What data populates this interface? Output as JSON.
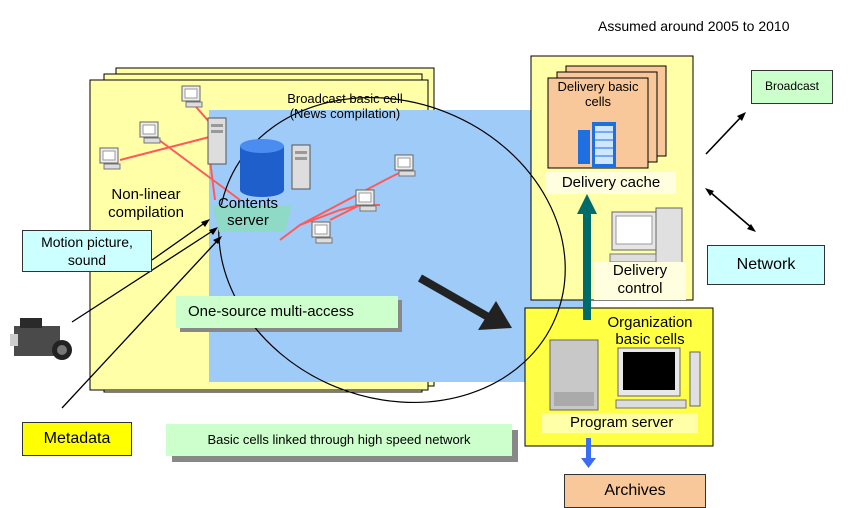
{
  "header": {
    "assumption": "Assumed around 2005 to 2010"
  },
  "broadcast_cell": {
    "title_line1": "Broadcast basic cell",
    "title_line2": "(News compilation)",
    "nonlinear_line1": "Non-linear",
    "nonlinear_line2": "compilation",
    "contents_line1": "Contents",
    "contents_line2": "server",
    "one_source": "One-source multi-access"
  },
  "delivery": {
    "cells_line1": "Delivery basic",
    "cells_line2": "cells",
    "cache": "Delivery cache",
    "control_line1": "Delivery",
    "control_line2": "control"
  },
  "organization": {
    "cells_line1": "Organization",
    "cells_line2": "basic cells",
    "program_server": "Program server"
  },
  "external": {
    "broadcast": "Broadcast",
    "network": "Network",
    "archives": "Archives"
  },
  "inputs": {
    "motion_line1": "Motion picture,",
    "motion_line2": "sound",
    "metadata": "Metadata"
  },
  "footer": {
    "linked": "Basic cells linked through high speed network"
  },
  "colors": {
    "cell_yellow": "#ffffa8",
    "org_yellow": "#ffff44",
    "lan_blue": "#9fcbf9",
    "delivery_orange": "#f9c89a",
    "green_label": "#ccffcc",
    "light_blue_label": "#ccffff",
    "metadata_yellow": "#ffff00",
    "network_line": "#ff5a5a",
    "teal_arrow": "#006b6b",
    "archive_arrow": "#3a6cf4"
  }
}
